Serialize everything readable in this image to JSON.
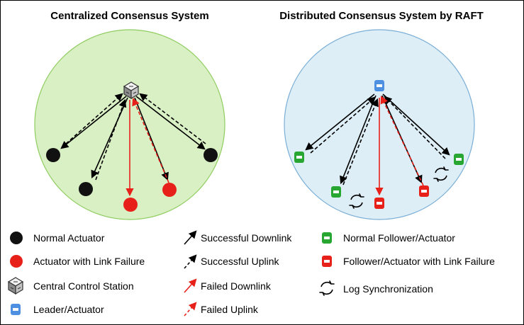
{
  "titles": {
    "left": "Centralized Consensus System",
    "right": "Distributed Consensus System by RAFT"
  },
  "legend": {
    "normal_actuator": "Normal Actuator",
    "failed_actuator": "Actuator with Link Failure",
    "control_station": "Central Control Station",
    "leader": "Leader/Actuator",
    "successful_downlink": "Successful Downlink",
    "successful_uplink": "Successful Uplink",
    "failed_downlink": "Failed Downlink",
    "failed_uplink": "Failed Uplink",
    "normal_follower": "Normal Follower/Actuator",
    "failed_follower": "Follower/Actuator with Link Failure",
    "log_sync": "Log Synchronization"
  },
  "colors": {
    "green_zone": "#d9f0c4",
    "green_zone_stroke": "#8fcc5f",
    "blue_zone": "#ddeef6",
    "blue_zone_stroke": "#7aaed6",
    "actuator_black": "#111111",
    "failure_red": "#e8201a",
    "follower_green": "#27a632",
    "leader_blue": "#4d8fe0"
  }
}
